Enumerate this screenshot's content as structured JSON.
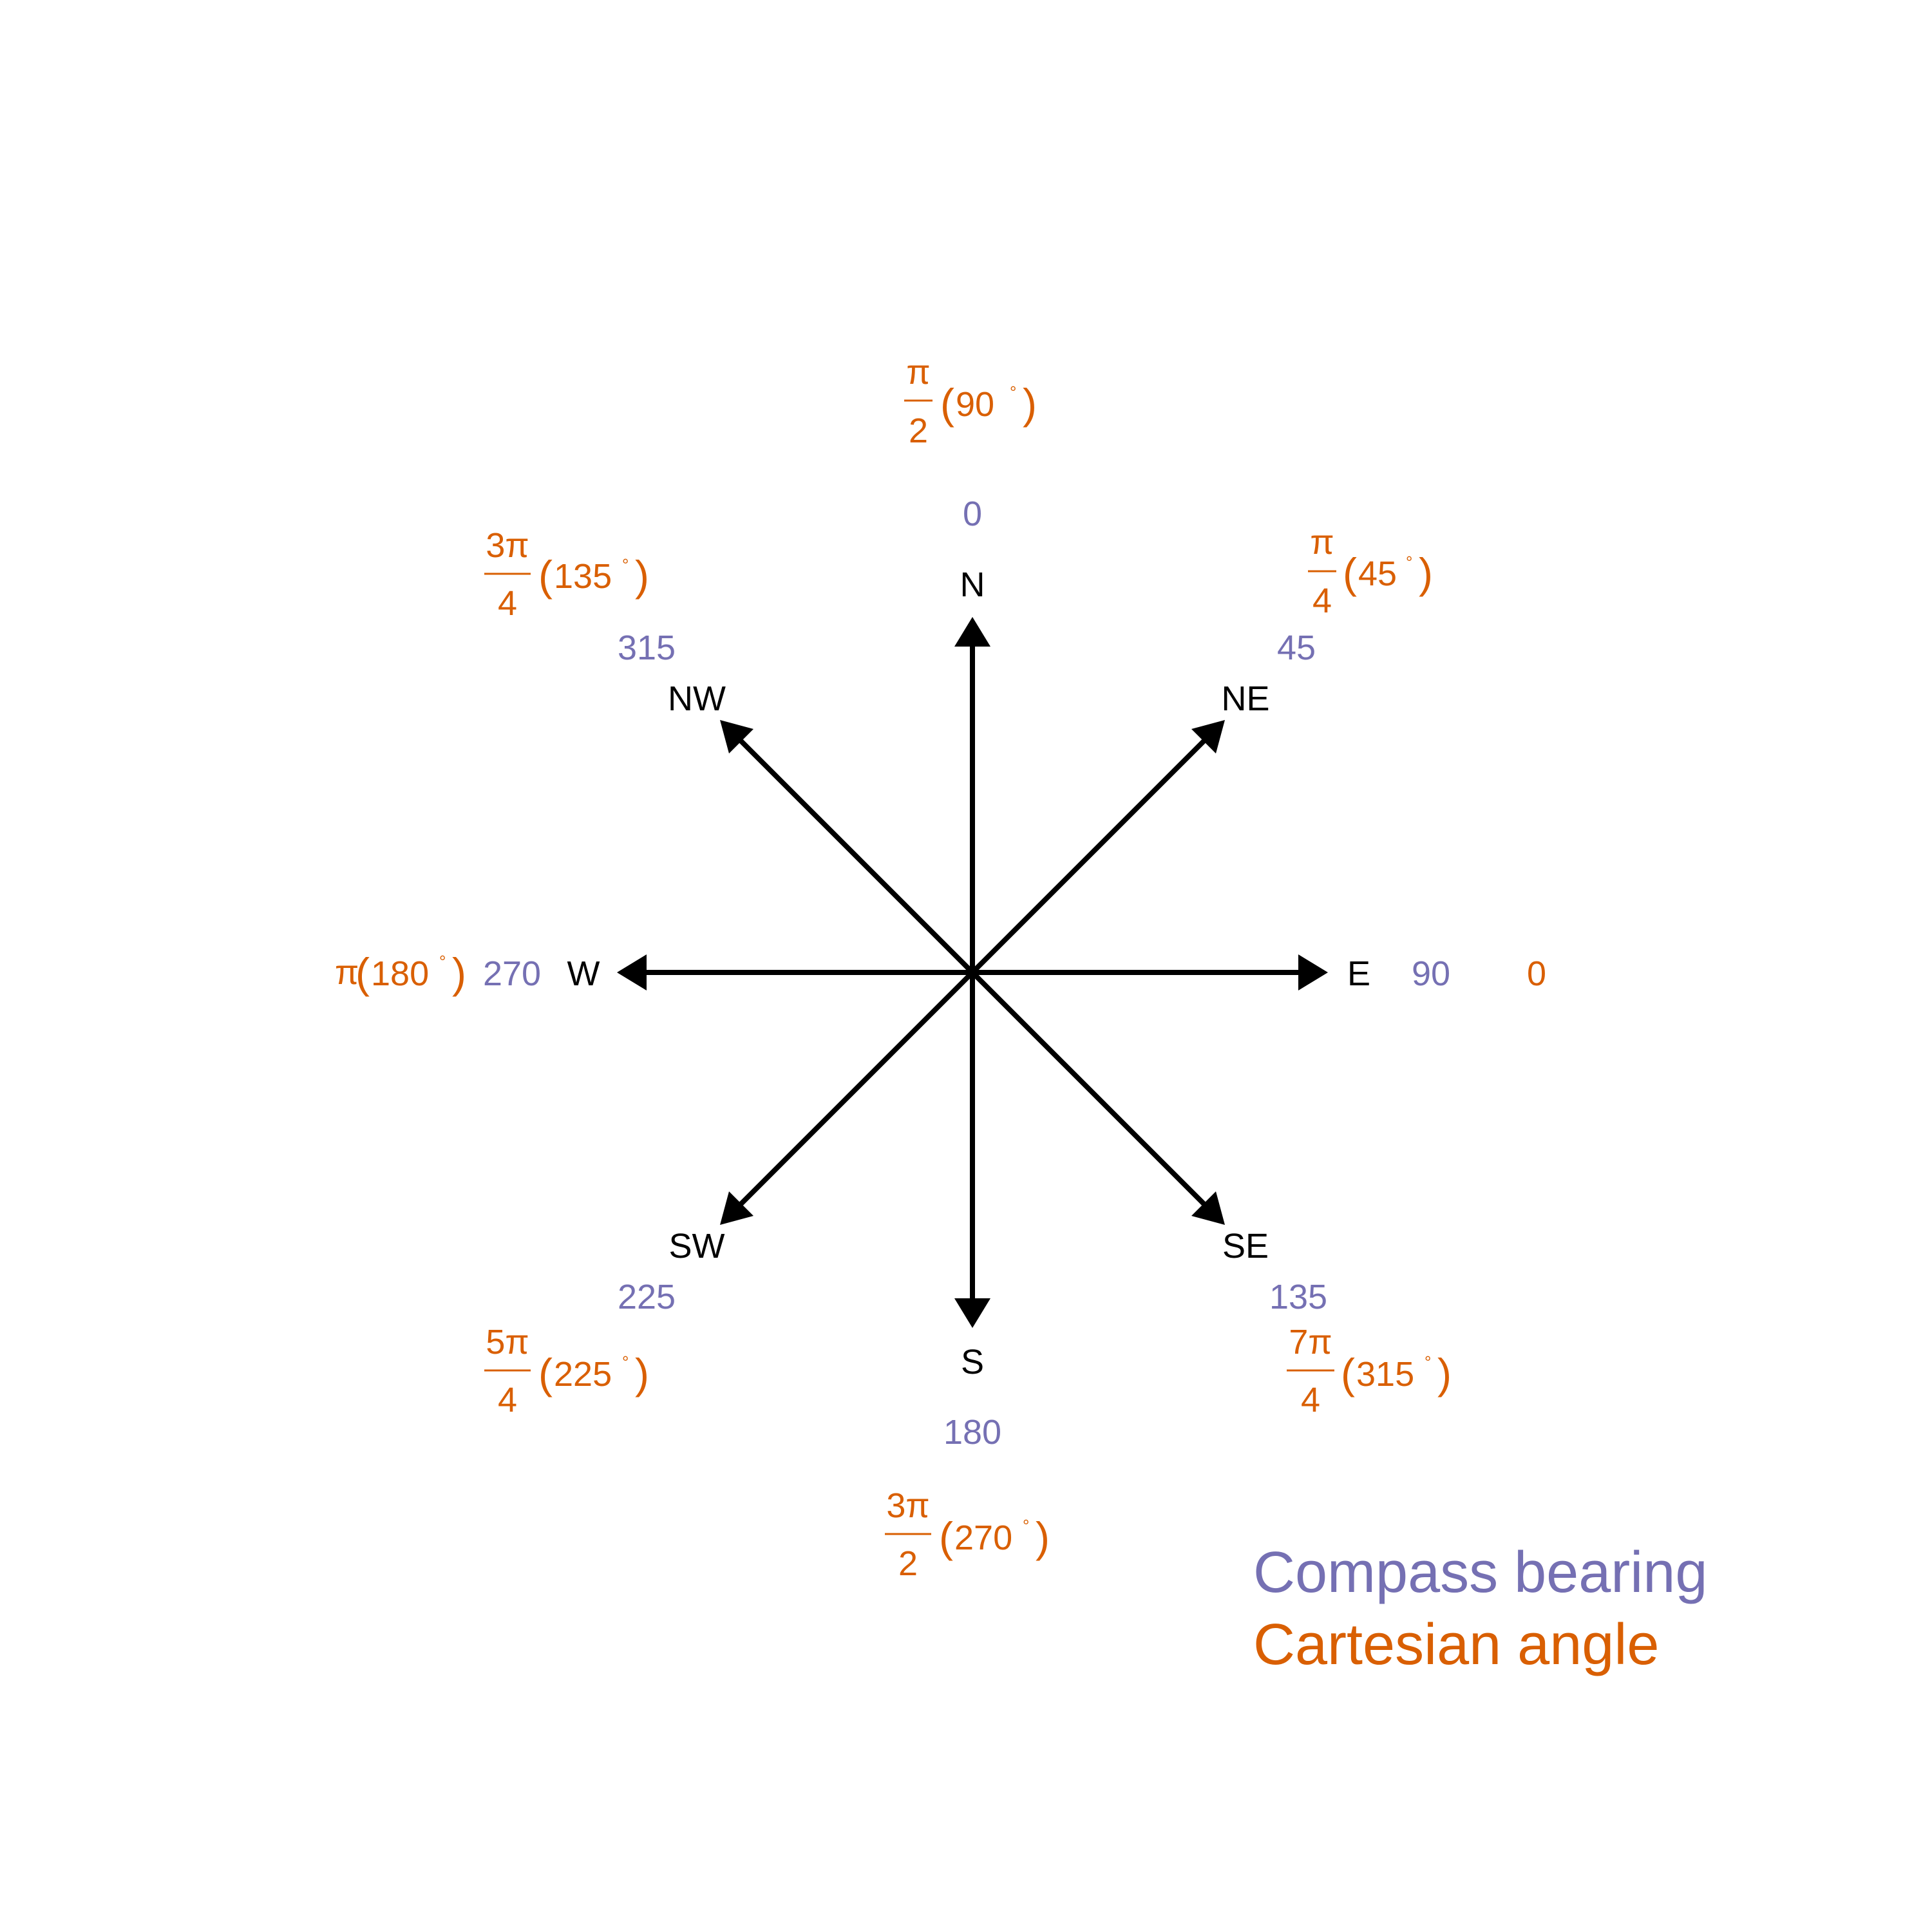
{
  "colors": {
    "bearing": "#7570b3",
    "angle": "#d95f02",
    "arrow": "#000000"
  },
  "directions": {
    "N": {
      "label": "N",
      "bearing": "0",
      "angle_num": "π",
      "angle_den": "2",
      "angle_deg": "90"
    },
    "NE": {
      "label": "NE",
      "bearing": "45",
      "angle_num": "π",
      "angle_den": "4",
      "angle_deg": "45"
    },
    "E": {
      "label": "E",
      "bearing": "90",
      "angle_plain": "0"
    },
    "SE": {
      "label": "SE",
      "bearing": "135",
      "angle_num": "7π",
      "angle_den": "4",
      "angle_deg": "315"
    },
    "S": {
      "label": "S",
      "bearing": "180",
      "angle_num": "3π",
      "angle_den": "2",
      "angle_deg": "270"
    },
    "SW": {
      "label": "SW",
      "bearing": "225",
      "angle_num": "5π",
      "angle_den": "4",
      "angle_deg": "225"
    },
    "W": {
      "label": "W",
      "bearing": "270",
      "angle_prefix": "π",
      "angle_deg": "180"
    },
    "NW": {
      "label": "NW",
      "bearing": "315",
      "angle_num": "3π",
      "angle_den": "4",
      "angle_deg": "135"
    }
  },
  "glyphs": {
    "open_paren": "(",
    "close_paren": ")",
    "degree": "°"
  },
  "legend": {
    "bearing_label": "Compass bearing",
    "angle_label": "Cartesian angle"
  }
}
